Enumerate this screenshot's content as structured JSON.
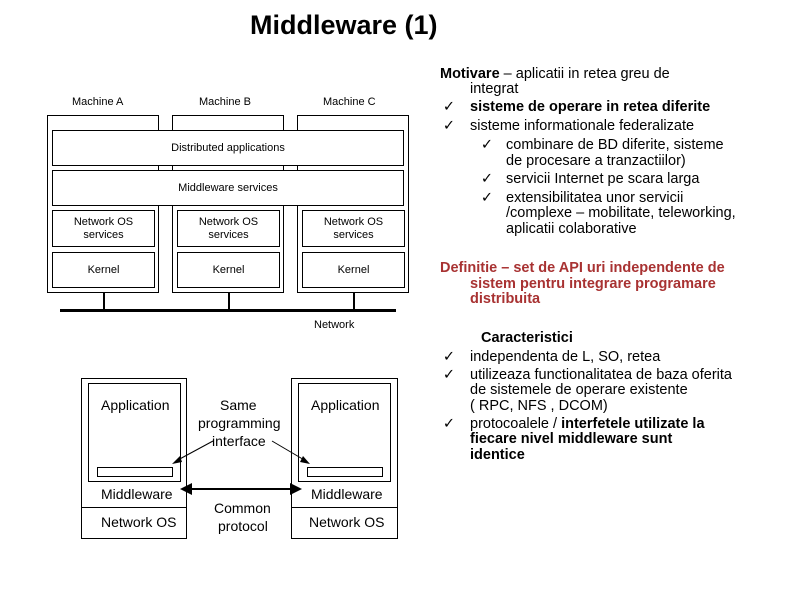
{
  "slide": {
    "title": "Middleware (1)"
  },
  "top_diagram": {
    "machines": [
      "Machine A",
      "Machine B",
      "Machine C"
    ],
    "distributed_applications": "Distributed applications",
    "middleware_services": "Middleware services",
    "network_os_services": [
      "Network OS services",
      "Network OS services",
      "Network OS services"
    ],
    "kernel": [
      "Kernel",
      "Kernel",
      "Kernel"
    ],
    "network_label": "Network"
  },
  "bottom_diagram": {
    "left": {
      "application": "Application",
      "middleware": "Middleware",
      "network_os": "Network OS"
    },
    "right": {
      "application": "Application",
      "middleware": "Middleware",
      "network_os": "Network OS"
    },
    "same_programming_interface": [
      "Same",
      "programming",
      "interface"
    ],
    "common_protocol": [
      "Common",
      "protocol"
    ]
  },
  "text": {
    "motivare_label": "Motivare",
    "motivare_rest": " –  aplicatii in retea  greu de",
    "motivare_line2": "integrat",
    "item1": "sisteme de operare in retea diferite",
    "item2": "sisteme informationale federalizate",
    "sub1_line1": "combinare de BD diferite, sisteme",
    "sub1_line2": "de procesare a tranzactiilor)",
    "sub2": " servicii Internet pe scara larga",
    "sub3_line1": " extensibilitatea unor servicii",
    "sub3_line2": "/complexe – mobilitate, teleworking,",
    "sub3_line3": "aplicatii colaborative",
    "definitie_line1": "Definitie – set de API uri independente de",
    "definitie_line2": "sistem pentru integrare programare",
    "definitie_line3": "distribuita",
    "caracteristici": "Caracteristici",
    "c1": "independenta de L, SO, retea",
    "c2_line1": "utilizeaza functionalitatea de baza oferita",
    "c2_line2": "de sistemele de operare existente",
    "c2_line3": "( RPC, NFS , DCOM)",
    "c3_prefix": " protocoalele / ",
    "c3_bold1": "interfetele utilizate la",
    "c3_line2": "fiecare nivel middleware sunt",
    "c3_line3": "identice",
    "check": "✓"
  }
}
